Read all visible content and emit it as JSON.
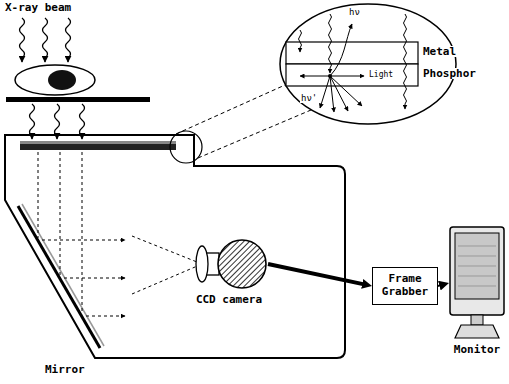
{
  "diagram": {
    "nodes": [
      {
        "text": [
          "CCD camera"
        ]
      },
      {
        "text": [
          "Frame Grabber"
        ]
      },
      {
        "text": [
          "Monitor"
        ]
      }
    ],
    "edges": [
      {
        "from": 0,
        "to": 1,
        "arrow": "to"
      },
      {
        "from": 1,
        "to": 2,
        "arrow": "to"
      }
    ],
    "labels": [
      "X-ray beam",
      "hν",
      "Metal",
      "Light",
      "Phosphor",
      "hν'",
      "Mirror"
    ]
  }
}
